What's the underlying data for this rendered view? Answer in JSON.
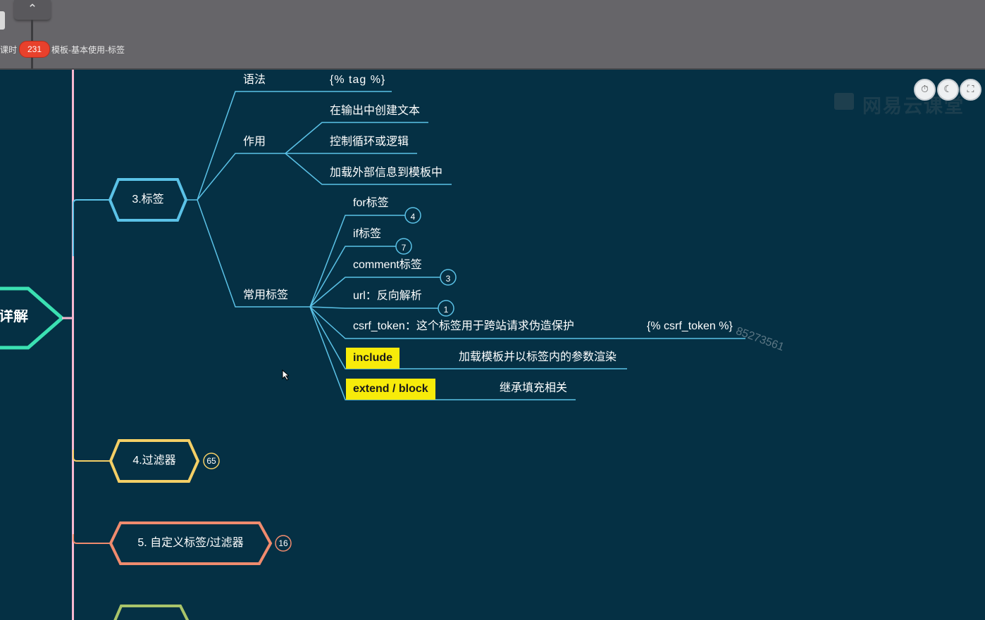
{
  "topbar": {
    "collapse_icon": "chevron-up-icon",
    "lesson_prefix": "课时",
    "lesson_number": "231",
    "lesson_title": "模板-基本使用-标签"
  },
  "toolbar": {
    "timer_icon": "stopwatch-icon",
    "night_icon": "moon-icon",
    "fullscreen_icon": "fullscreen-icon",
    "brand": "网易云课堂"
  },
  "mindmap": {
    "root_label": "详解",
    "nodes": {
      "tags": {
        "label": "3.标签",
        "color": "#5bc2e7"
      },
      "filters": {
        "label": "4.过滤器",
        "badge": "65",
        "color": "#f4cf66"
      },
      "custom": {
        "label": "5. 自定义标签/过滤器",
        "badge": "16",
        "color": "#f08b6e"
      }
    },
    "syntax": {
      "label": "语法",
      "value": "{% tag %}"
    },
    "purpose": {
      "label": "作用",
      "items": [
        "在输出中创建文本",
        "控制循环或逻辑",
        "加载外部信息到模板中"
      ]
    },
    "common": {
      "label": "常用标签",
      "items": [
        {
          "label": "for标签",
          "badge": "4"
        },
        {
          "label": "if标签",
          "badge": "7"
        },
        {
          "label": "comment标签",
          "badge": "3"
        },
        {
          "label": "url：反向解析",
          "badge": "1"
        }
      ],
      "csrf": {
        "label": "csrf_token：这个标签用于跨站请求伪造保护",
        "value": "{% csrf_token %}"
      },
      "include": {
        "label": "include",
        "desc": "加载模板并以标签内的参数渲染"
      },
      "extend": {
        "label": "extend / block",
        "desc": "继承填充相关"
      }
    },
    "watermark": "85273561",
    "accent_colors": {
      "root": "#3be0b2",
      "trunk": "#f7b7d0",
      "highlight": "#f7eb0a"
    }
  }
}
